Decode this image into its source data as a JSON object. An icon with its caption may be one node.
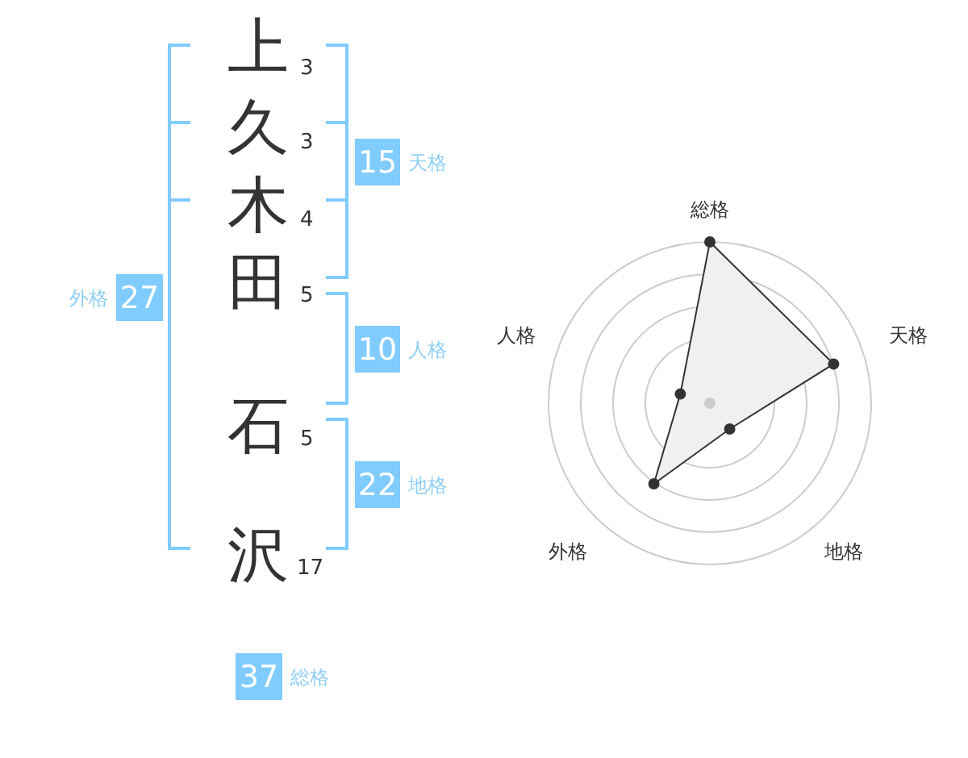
{
  "diagram": {
    "nodes": [
      {
        "text": [
          "15"
        ],
        "beside": [
          "天格"
        ]
      },
      {
        "text": [
          "27"
        ],
        "beside": [
          "外格"
        ]
      },
      {
        "text": [
          "10"
        ],
        "beside": [
          "人格"
        ]
      },
      {
        "text": [
          "22"
        ],
        "beside": [
          "地格"
        ]
      },
      {
        "text": [
          "37"
        ],
        "beside": [
          "総格"
        ]
      }
    ],
    "labels": [
      "上",
      "3",
      "久",
      "3",
      "木",
      "4",
      "田",
      "5",
      "石",
      "5",
      "沢",
      "17",
      "総格",
      "人格",
      "天格",
      "外格",
      "地格"
    ]
  }
}
